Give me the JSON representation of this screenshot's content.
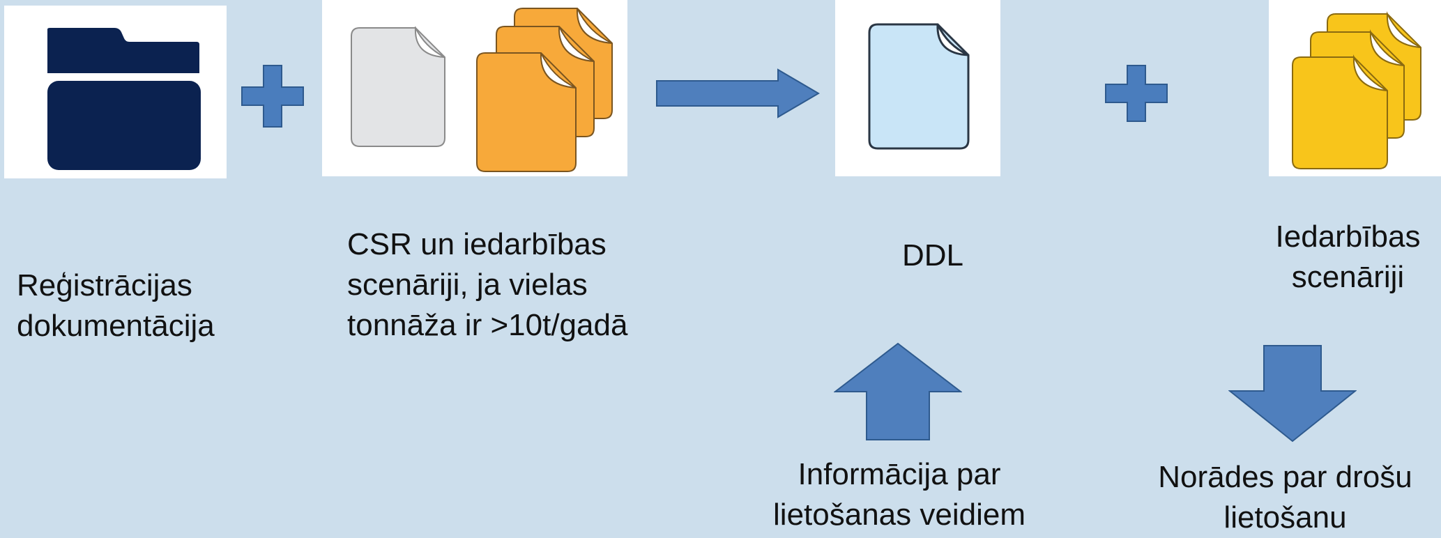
{
  "colors": {
    "background": "#ccdeec",
    "folder": "#0b2250",
    "plus": "#4a7dbd",
    "plus_stroke": "#2e5a8e",
    "arrow": "#4f7fbd",
    "arrow_stroke": "#2e5a8e",
    "doc_gray": "#e3e4e6",
    "doc_orange": "#f7a93a",
    "doc_lightblue": "#c9e5f7",
    "doc_yellow": "#f8c51b"
  },
  "icons": {
    "folder": "folder-icon",
    "plus": "plus-icon",
    "document": "document-icon",
    "documents_stack": "document-stack-icon",
    "arrow_right": "arrow-right-icon",
    "arrow_up": "arrow-up-icon",
    "arrow_down": "arrow-down-icon"
  },
  "labels": {
    "registration": "Reģistrācijas\ndokumentācija",
    "csr": "CSR un iedarbības\nscenāriji, ja vielas\ntonnāža ir >10t/gadā",
    "ddl": "DDL",
    "exposure": "Iedarbības\nscenāriji",
    "usage_info": "Informācija par\nlietošanas veidiem",
    "safe_use": "Norādes par drošu\nlietošanu"
  }
}
